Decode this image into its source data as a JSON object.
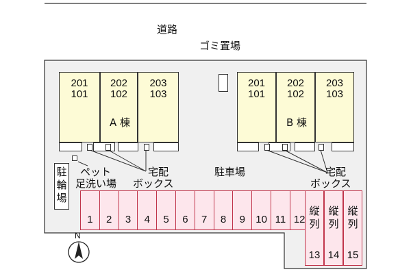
{
  "map": {
    "road_label": "道路",
    "garbage_label": "ゴミ置場",
    "parking_label": "駐車場",
    "bike_parking_label": "駐輪場",
    "pet_label_line1": "ペット",
    "pet_label_line2": "足洗い場",
    "delivery_label_line1": "宅配",
    "delivery_label_line2": "ボックス",
    "compass_label": "N"
  },
  "buildings": [
    {
      "name": "A 棟",
      "units": [
        {
          "upper": "201",
          "lower": "101"
        },
        {
          "upper": "202",
          "lower": "102"
        },
        {
          "upper": "203",
          "lower": "103"
        }
      ]
    },
    {
      "name": "B 棟",
      "units": [
        {
          "upper": "201",
          "lower": "101"
        },
        {
          "upper": "202",
          "lower": "102"
        },
        {
          "upper": "203",
          "lower": "103"
        }
      ]
    }
  ],
  "parking_spaces": [
    "1",
    "2",
    "3",
    "4",
    "5",
    "6",
    "7",
    "8",
    "9",
    "10",
    "11",
    "12"
  ],
  "vertical_spaces": [
    {
      "type_line1": "縦",
      "type_line2": "列",
      "number": "13"
    },
    {
      "type_line1": "縦",
      "type_line2": "列",
      "number": "14"
    },
    {
      "type_line1": "縦",
      "type_line2": "列",
      "number": "15"
    }
  ],
  "colors": {
    "building_fill": "#fdfbd6",
    "parking_fill": "#fde6ec",
    "parking_border": "#c0344a",
    "site_fill": "#f0f0f0"
  }
}
